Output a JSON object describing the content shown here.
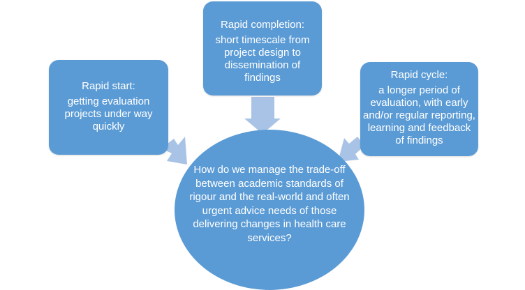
{
  "colors": {
    "shape_fill": "#5B9BD5",
    "arrow_fill": "#A9C3E6",
    "text": "#FFFFFF",
    "background": "#FFFFFF"
  },
  "boxes": [
    {
      "id": "rapid-start",
      "title": "Rapid start:",
      "description": "getting evaluation projects under way quickly"
    },
    {
      "id": "rapid-completion",
      "title": "Rapid completion:",
      "description": "short timescale from project design to dissemination of findings"
    },
    {
      "id": "rapid-cycle",
      "title": "Rapid cycle:",
      "description": "a longer period of evaluation, with early and/or regular reporting, learning and feedback of findings"
    }
  ],
  "center": {
    "question": "How do we manage the trade-off between academic standards of rigour and the real-world and often urgent advice needs of those delivering changes in health care services?"
  },
  "arrows": [
    {
      "from": "rapid-start",
      "to": "center",
      "direction": "down-right"
    },
    {
      "from": "rapid-completion",
      "to": "center",
      "direction": "down"
    },
    {
      "from": "rapid-cycle",
      "to": "center",
      "direction": "down-left"
    }
  ]
}
